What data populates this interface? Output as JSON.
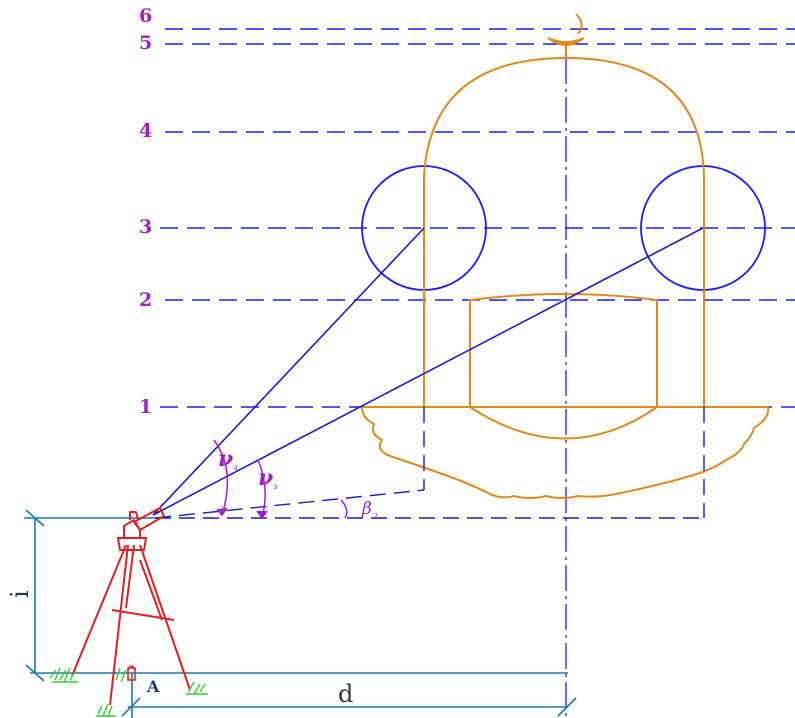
{
  "levels": [
    "1",
    "2",
    "3",
    "4",
    "5",
    "6"
  ],
  "labels": {
    "angle_a": "ν",
    "angle_a_sub": "з",
    "angle_b": "ν",
    "angle_b_sub": "з",
    "beta": "β",
    "beta_sub": "2",
    "height": "i",
    "distance": "d",
    "point": "A"
  },
  "colors": {
    "levels": "#1a1aff",
    "building": "#e08a1e",
    "sight": "#1a1acc",
    "tripod": "#e02020",
    "dimension": "#1a7ab0",
    "annotation": "#a020c0"
  }
}
